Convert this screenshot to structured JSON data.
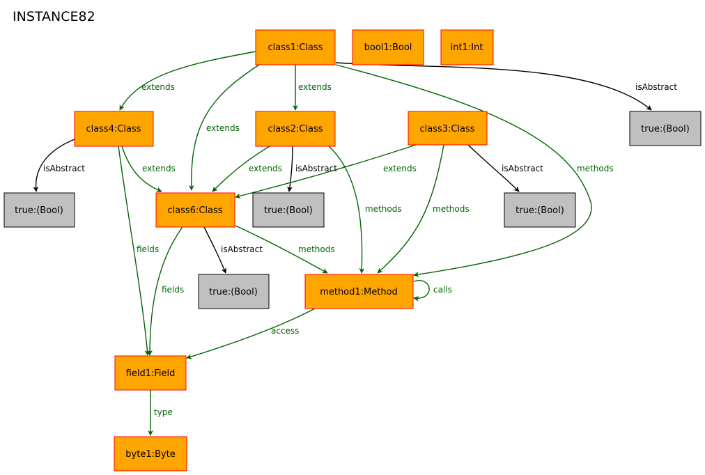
{
  "title": "INSTANCE82",
  "colors": {
    "object_fill": "#ffa500",
    "object_border": "#ff0000",
    "value_fill": "#c0c0c0",
    "value_border": "#000000",
    "green_edge": "#006400",
    "black_edge": "#000000"
  },
  "nodes": {
    "class1": {
      "label": "class1:Class"
    },
    "bool1": {
      "label": "bool1:Bool"
    },
    "int1": {
      "label": "int1:Int"
    },
    "class4": {
      "label": "class4:Class"
    },
    "class2": {
      "label": "class2:Class"
    },
    "class3": {
      "label": "class3:Class"
    },
    "trueA": {
      "label": "true:(Bool)"
    },
    "trueB": {
      "label": "true:(Bool)"
    },
    "class6": {
      "label": "class6:Class"
    },
    "trueC": {
      "label": "true:(Bool)"
    },
    "trueD": {
      "label": "true:(Bool)"
    },
    "trueE": {
      "label": "true:(Bool)"
    },
    "method1": {
      "label": "method1:Method"
    },
    "field1": {
      "label": "field1:Field"
    },
    "byte1": {
      "label": "byte1:Byte"
    }
  },
  "edges": {
    "class1_class4": {
      "label": "extends"
    },
    "class1_class2": {
      "label": "extends"
    },
    "class1_class6": {
      "label": "extends"
    },
    "class1_trueA": {
      "label": "isAbstract"
    },
    "class1_method1": {
      "label": "methods"
    },
    "class4_trueB": {
      "label": "isAbstract"
    },
    "class4_class6": {
      "label": "extends"
    },
    "class4_field1": {
      "label": "fields"
    },
    "class2_class6": {
      "label": "extends"
    },
    "class2_trueC": {
      "label": "isAbstract"
    },
    "class2_method1": {
      "label": "methods"
    },
    "class3_class6": {
      "label": "extends"
    },
    "class3_trueD": {
      "label": "isAbstract"
    },
    "class3_method1": {
      "label": "methods"
    },
    "class6_trueE": {
      "label": "isAbstract"
    },
    "class6_method1": {
      "label": "methods"
    },
    "class6_field1": {
      "label": "fields"
    },
    "method1_method1": {
      "label": "calls"
    },
    "method1_field1": {
      "label": "access"
    },
    "field1_byte1": {
      "label": "type"
    }
  }
}
